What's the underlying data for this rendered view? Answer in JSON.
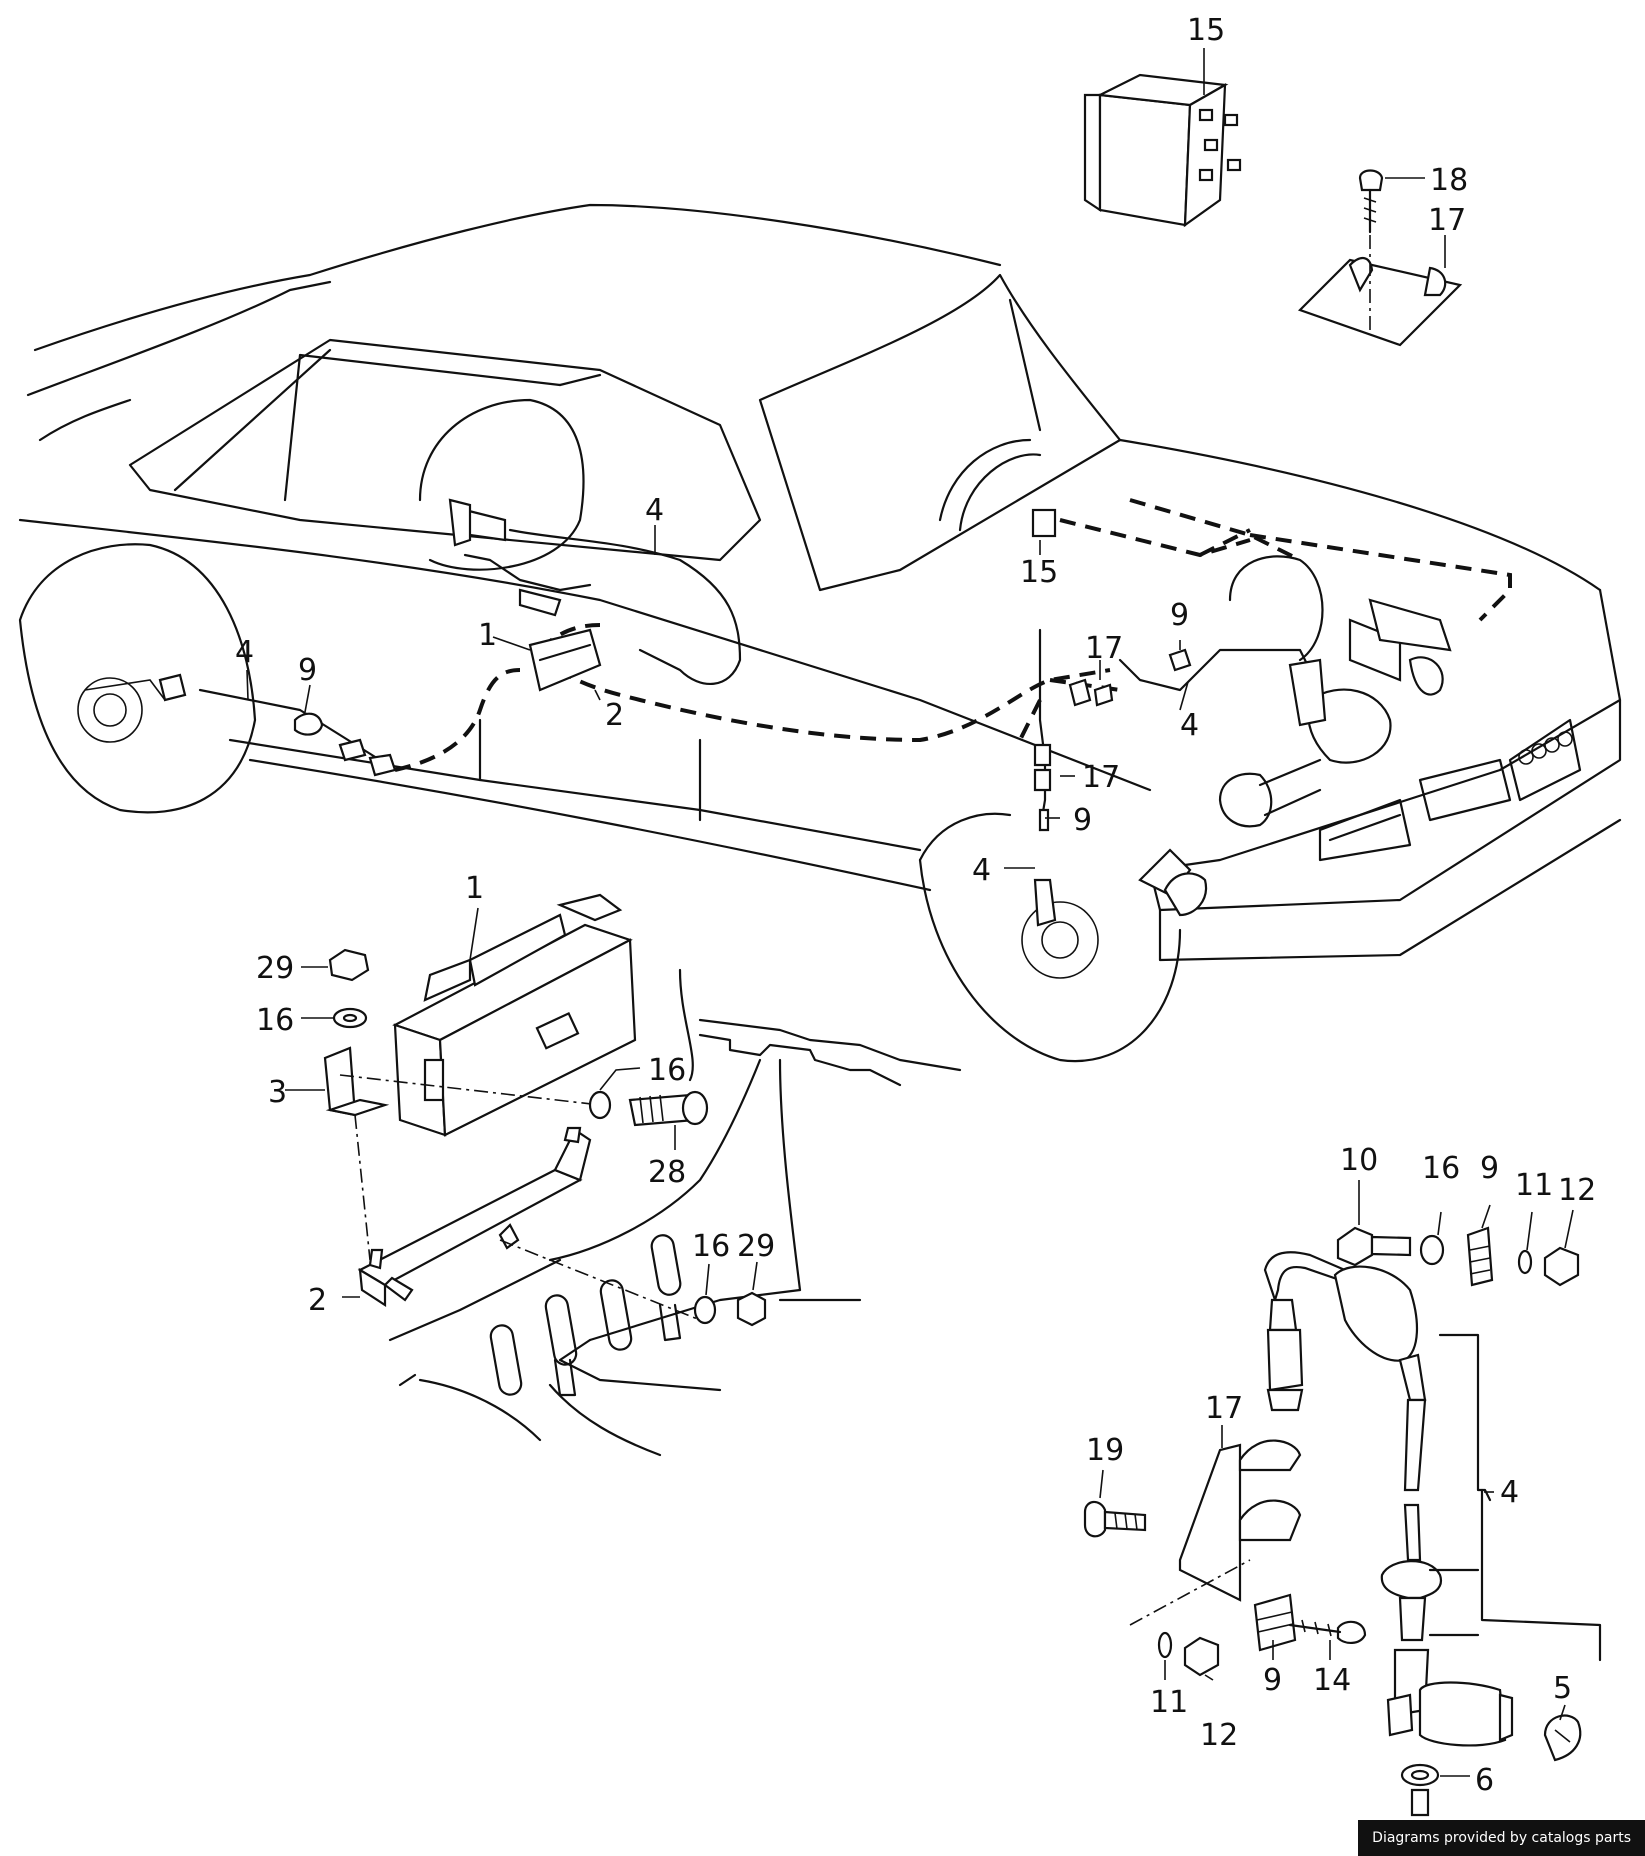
{
  "callouts": [
    {
      "id": "c15-top",
      "text": "15"
    },
    {
      "id": "c18",
      "text": "18"
    },
    {
      "id": "c17-top",
      "text": "17"
    },
    {
      "id": "c4-rear",
      "text": "4"
    },
    {
      "id": "c15-mid",
      "text": "15"
    },
    {
      "id": "c1-mid",
      "text": "1"
    },
    {
      "id": "c2-mid",
      "text": "2"
    },
    {
      "id": "c4-left",
      "text": "4"
    },
    {
      "id": "c9-left",
      "text": "9"
    },
    {
      "id": "c17-mid",
      "text": "17"
    },
    {
      "id": "c9-mid",
      "text": "9"
    },
    {
      "id": "c4-mid",
      "text": "4"
    },
    {
      "id": "c17-lower",
      "text": "17"
    },
    {
      "id": "c9-lower",
      "text": "9"
    },
    {
      "id": "c4-lower",
      "text": "4"
    },
    {
      "id": "c1-bat",
      "text": "1"
    },
    {
      "id": "c29-a",
      "text": "29"
    },
    {
      "id": "c16-a",
      "text": "16"
    },
    {
      "id": "c3",
      "text": "3"
    },
    {
      "id": "c16-b",
      "text": "16"
    },
    {
      "id": "c28",
      "text": "28"
    },
    {
      "id": "c2-bat",
      "text": "2"
    },
    {
      "id": "c16-c",
      "text": "16"
    },
    {
      "id": "c29-b",
      "text": "29"
    },
    {
      "id": "c10",
      "text": "10"
    },
    {
      "id": "c16-d",
      "text": "16"
    },
    {
      "id": "c9-d",
      "text": "9"
    },
    {
      "id": "c11-d",
      "text": "11"
    },
    {
      "id": "c12-d",
      "text": "12"
    },
    {
      "id": "c17-d",
      "text": "17"
    },
    {
      "id": "c19",
      "text": "19"
    },
    {
      "id": "c4-d",
      "text": "4"
    },
    {
      "id": "c9-e",
      "text": "9"
    },
    {
      "id": "c14",
      "text": "14"
    },
    {
      "id": "c11-e",
      "text": "11"
    },
    {
      "id": "c12-e",
      "text": "12"
    },
    {
      "id": "c5",
      "text": "5"
    },
    {
      "id": "c6",
      "text": "6"
    }
  ],
  "credit": "Diagrams provided by catalogs parts"
}
